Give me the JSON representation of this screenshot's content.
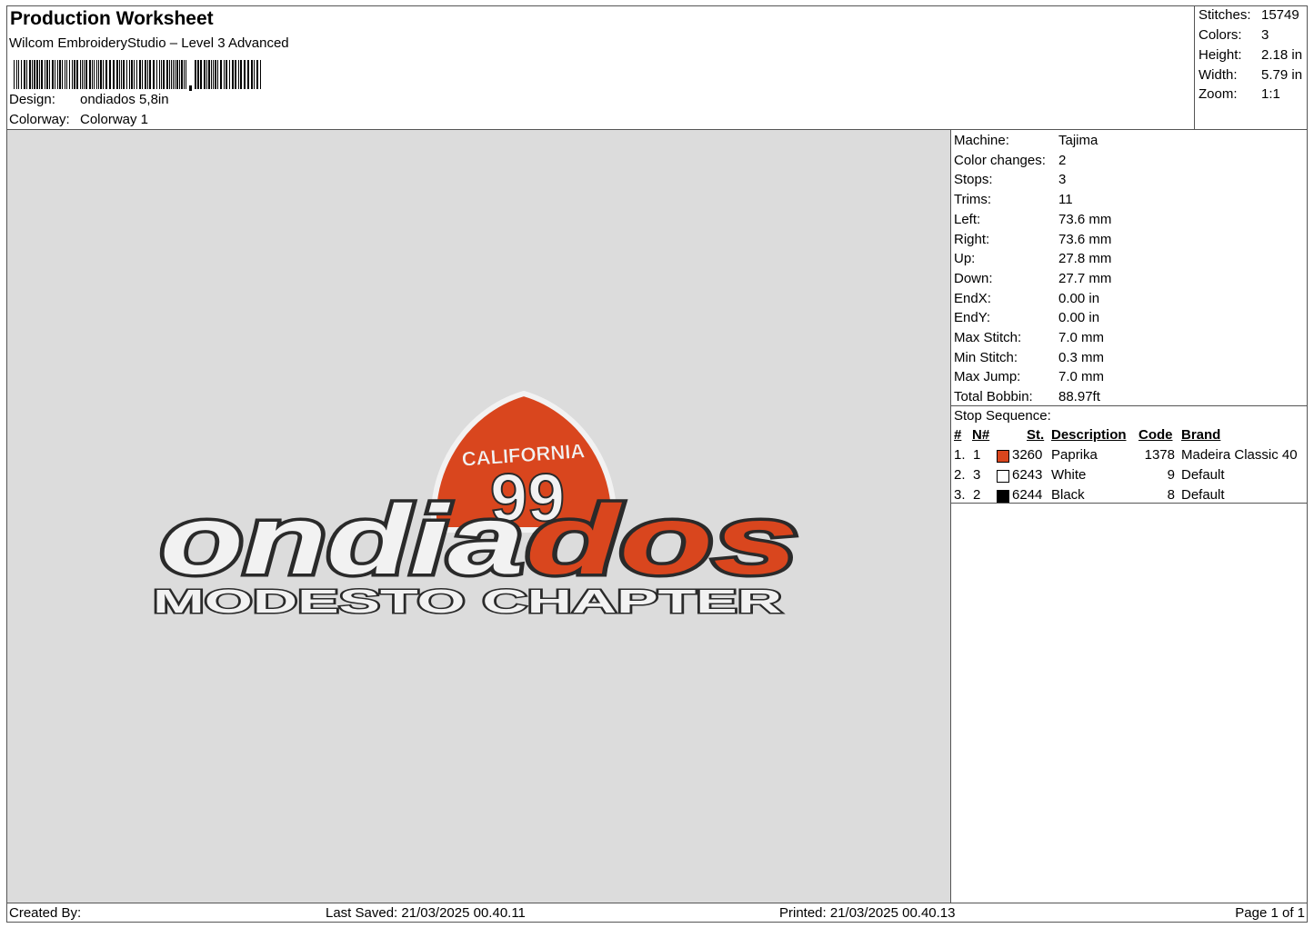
{
  "header": {
    "title": "Production Worksheet",
    "software": "Wilcom EmbroideryStudio – Level 3 Advanced",
    "design_label": "Design:",
    "design_value": "ondiados 5,8in",
    "colorway_label": "Colorway:",
    "colorway_value": "Colorway 1"
  },
  "stats": [
    {
      "label": "Stitches:",
      "value": "15749"
    },
    {
      "label": "Colors:",
      "value": "3"
    },
    {
      "label": "Height:",
      "value": "2.18 in"
    },
    {
      "label": "Width:",
      "value": "5.79 in"
    },
    {
      "label": "Zoom:",
      "value": "1:1"
    }
  ],
  "machine_info": [
    {
      "label": "Machine:",
      "value": "Tajima"
    },
    {
      "label": "Color changes:",
      "value": "2"
    },
    {
      "label": "Stops:",
      "value": "3"
    },
    {
      "label": "Trims:",
      "value": "11"
    },
    {
      "label": "Left:",
      "value": "73.6 mm"
    },
    {
      "label": "Right:",
      "value": "73.6 mm"
    },
    {
      "label": "Up:",
      "value": "27.8 mm"
    },
    {
      "label": "Down:",
      "value": "27.7 mm"
    },
    {
      "label": "EndX:",
      "value": "0.00 in"
    },
    {
      "label": "EndY:",
      "value": "0.00 in"
    },
    {
      "label": "Max Stitch:",
      "value": "7.0 mm"
    },
    {
      "label": "Min Stitch:",
      "value": "0.3 mm"
    },
    {
      "label": "Max Jump:",
      "value": "7.0 mm"
    },
    {
      "label": "Total Bobbin:",
      "value": "88.97ft"
    }
  ],
  "stop_sequence": {
    "title": "Stop Sequence:",
    "columns": [
      "#",
      "N#",
      "St.",
      "Description",
      "Code",
      "Brand"
    ],
    "rows": [
      {
        "idx": "1.",
        "n": "1",
        "color": "#d9461e",
        "st": "3260",
        "desc": "Paprika",
        "code": "1378",
        "brand": "Madeira Classic 40"
      },
      {
        "idx": "2.",
        "n": "3",
        "color": "#ffffff",
        "st": "6243",
        "desc": "White",
        "code": "9",
        "brand": "Default"
      },
      {
        "idx": "3.",
        "n": "2",
        "color": "#000000",
        "st": "6244",
        "desc": "Black",
        "code": "8",
        "brand": "Default"
      }
    ]
  },
  "design": {
    "shield_text": "CALIFORNIA",
    "shield_number": "99",
    "main_white": "ondia",
    "main_orange": "dos",
    "tagline": "MODESTO CHAPTER",
    "orange": "#d9461e",
    "white": "#f2f2f2",
    "outline": "#2a2a2a",
    "background": "#dcdcdc"
  },
  "footer": {
    "created": "Created By:",
    "saved": "Last Saved: 21/03/2025 00.40.11",
    "printed": "Printed: 21/03/2025 00.40.13",
    "page": "Page 1 of 1"
  }
}
